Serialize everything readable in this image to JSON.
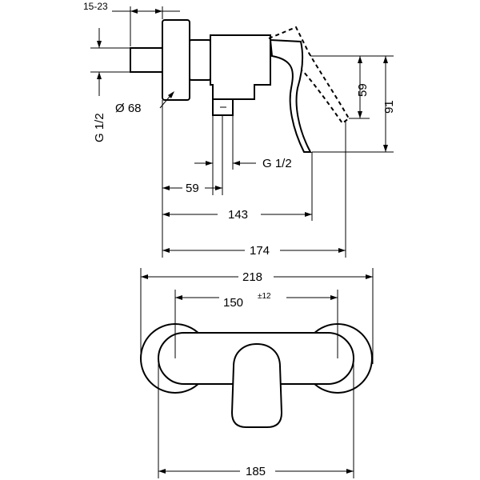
{
  "side_view": {
    "dims": {
      "wall_distance": "15-23",
      "thread_vertical": "G 1/2",
      "rosette_diameter": "Ø 68",
      "handle_offset_59": "59",
      "total_height": "91",
      "thread_bottom": "G 1/2",
      "inlet_to_outlet": "59",
      "outlet_projection": "143",
      "handle_projection": "174"
    }
  },
  "front_view": {
    "dims": {
      "overall_width": "218",
      "centers": "150",
      "centers_tolerance": "±12",
      "body_width": "185"
    }
  },
  "colors": {
    "line": "#000000",
    "background": "#ffffff"
  }
}
